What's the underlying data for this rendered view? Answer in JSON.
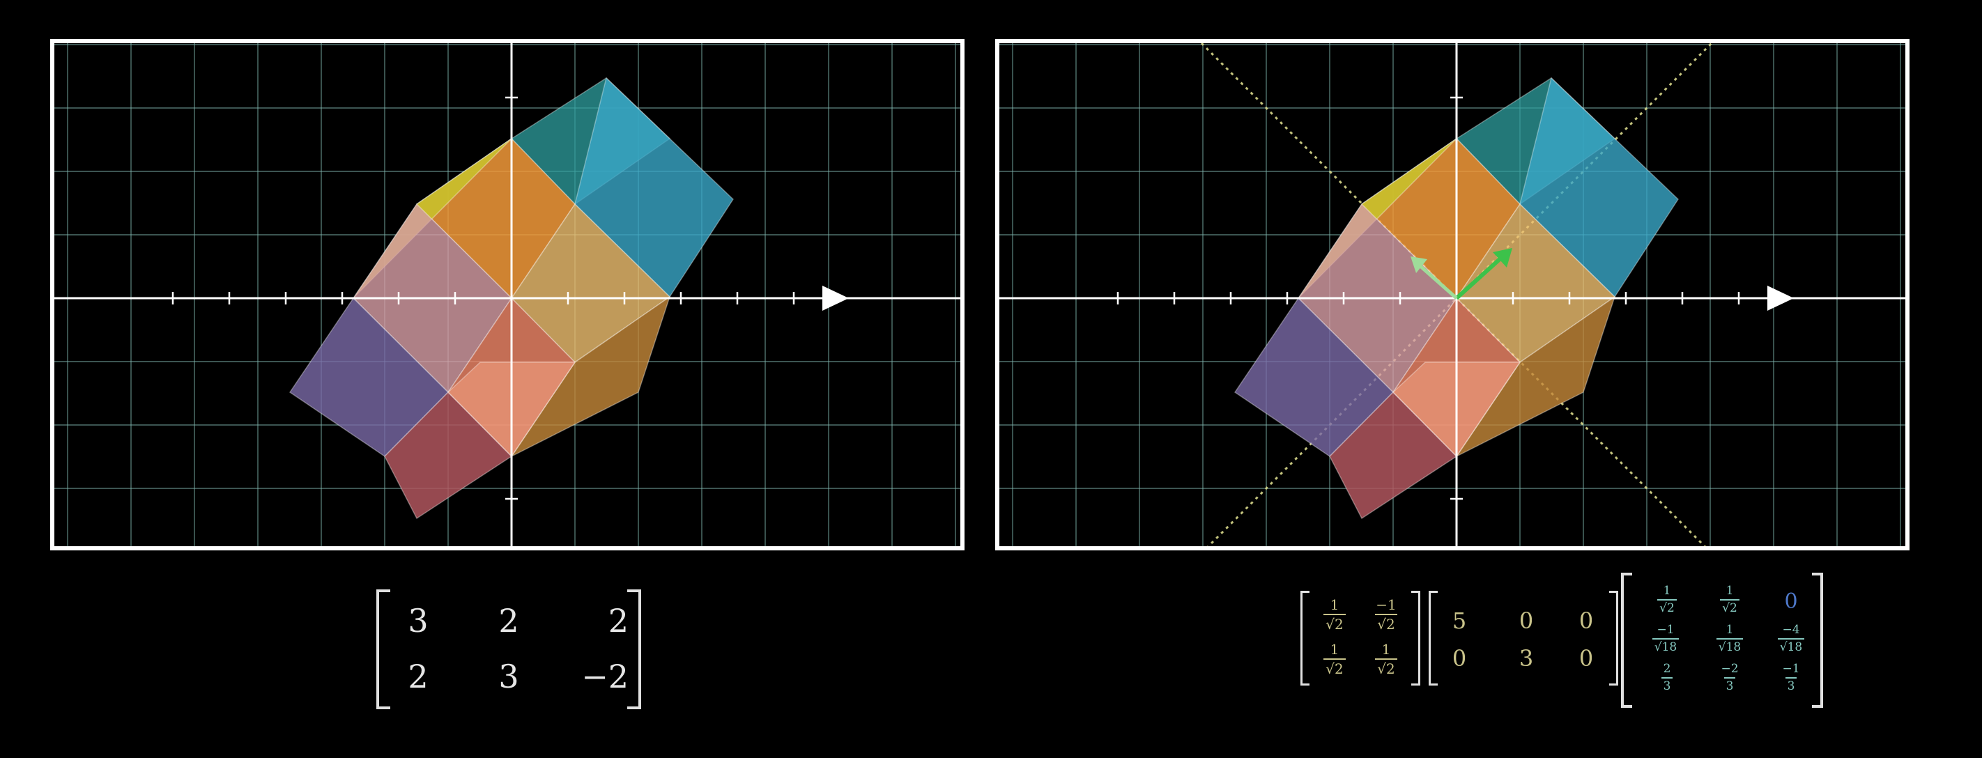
{
  "colors": {
    "background": "#000000",
    "frame": "#ffffff",
    "grid": "#7fb5ad",
    "axis": "#ffffff",
    "eigen_line": "#d9d98c",
    "vector_green": "#3cc24a",
    "vector_pale_green": "#9fdc9a",
    "matrix_text": "#e6e6e6",
    "svd_text": "#c9c38a",
    "svd_v_text": "#86c9c0",
    "svd_zero_blue": "#4e78c9"
  },
  "left_panel": {
    "shape": "rhombic-dodecahedron-projection",
    "axes": [
      "x-axis-arrow",
      "y-axis"
    ]
  },
  "right_panel": {
    "shape": "rhombic-dodecahedron-projection",
    "axes": [
      "x-axis-arrow",
      "y-axis"
    ],
    "eigen_lines": [
      "diagonal-dotted-line",
      "anti-diagonal-dotted-line"
    ],
    "vectors": [
      "singular-vector-green",
      "singular-vector-pale-green"
    ]
  },
  "matrix_left": {
    "rows": [
      [
        "3",
        "2",
        "2"
      ],
      [
        "2",
        "3",
        "−2"
      ]
    ]
  },
  "matrix_svd": {
    "U": [
      [
        {
          "num": "1",
          "den": "√2"
        },
        {
          "num": "−1",
          "den": "√2"
        }
      ],
      [
        {
          "num": "1",
          "den": "√2"
        },
        {
          "num": "1",
          "den": "√2"
        }
      ]
    ],
    "Sigma": [
      [
        "5",
        "0",
        "0"
      ],
      [
        "0",
        "3",
        "0"
      ]
    ],
    "V_T": [
      [
        {
          "num": "1",
          "den": "√2"
        },
        {
          "num": "1",
          "den": "√2"
        },
        {
          "value": "0"
        }
      ],
      [
        {
          "num": "−1",
          "den": "√18"
        },
        {
          "num": "1",
          "den": "√18"
        },
        {
          "num": "−4",
          "den": "√18"
        }
      ],
      [
        {
          "num": "2",
          "den": "3"
        },
        {
          "num": "−2",
          "den": "3"
        },
        {
          "num": "−1",
          "den": "3"
        }
      ]
    ]
  }
}
